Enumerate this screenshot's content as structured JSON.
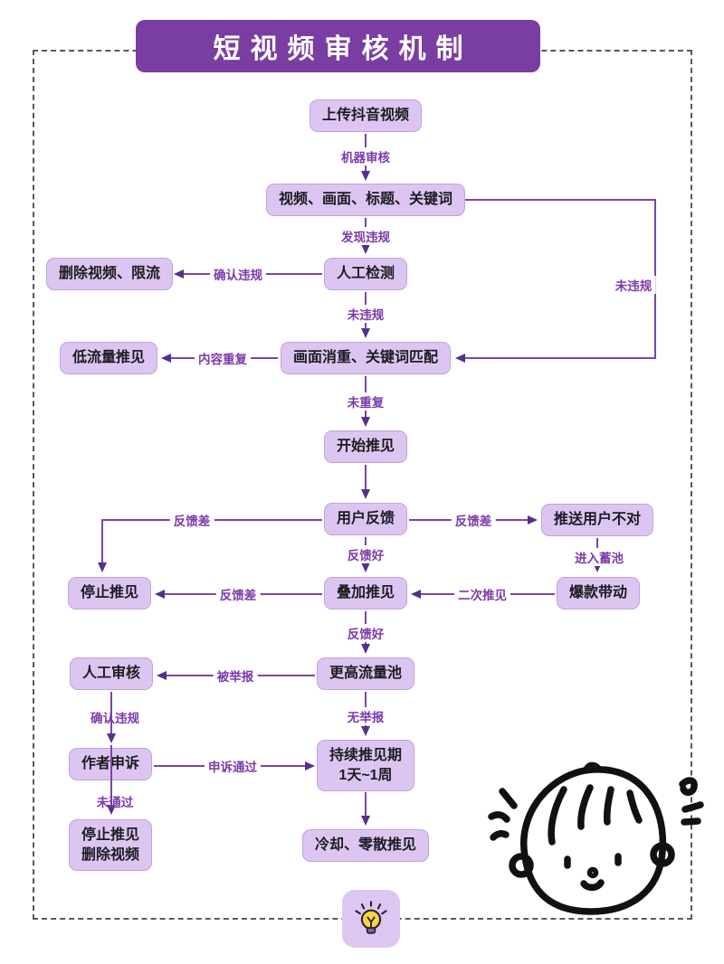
{
  "title": "短视频审核机制",
  "nodes": {
    "upload": "上传抖音视频",
    "check_items": "视频、画面、标题、关键词",
    "manual_detect": "人工检测",
    "delete_limit": "删除视频、限流",
    "dedupe": "画面消重、关键词匹配",
    "low_traffic": "低流量推见",
    "start_rec": "开始推见",
    "user_feedback": "用户反馈",
    "wrong_users": "推送用户不对",
    "hit_drive": "爆款带动",
    "stop_rec": "停止推见",
    "stack_rec": "叠加推见",
    "higher_pool": "更高流量池",
    "manual_review": "人工审核",
    "author_appeal": "作者申诉",
    "sustain_line1": "持续推见期",
    "sustain_line2": "1天~1周",
    "stop_delete_line1": "停止推见",
    "stop_delete_line2": "删除视频",
    "cooling": "冷却、零散推见"
  },
  "edge_labels": {
    "machine_review": "机器审核",
    "found_violation": "发现违规",
    "confirm_violation": "确认违规",
    "no_violation_mid": "未违规",
    "no_violation_right": "未违规",
    "content_repeat": "内容重复",
    "not_repeat": "未重复",
    "feedback_bad_left": "反馈差",
    "feedback_bad_right": "反馈差",
    "feedback_good_1": "反馈好",
    "enter_pool": "进入蓄池",
    "second_rec": "二次推见",
    "feedback_bad_mid": "反馈差",
    "feedback_good_2": "反馈好",
    "reported": "被举报",
    "no_report": "无举报",
    "confirm_violation_2": "确认违规",
    "appeal_pass": "申诉通过",
    "not_pass": "未通过"
  },
  "icons": {
    "lightbulb": "lightbulb-icon",
    "doodle": "child-face-doodle"
  },
  "colors": {
    "title_bg": "#7a3da2",
    "node_fill": "#dcc6f1",
    "line": "#7b45a8",
    "arrowhead": "#54308c",
    "label_text": "#7c3aab",
    "dashed_border": "#5b5662",
    "bulb_yellow": "#f7d63f"
  }
}
